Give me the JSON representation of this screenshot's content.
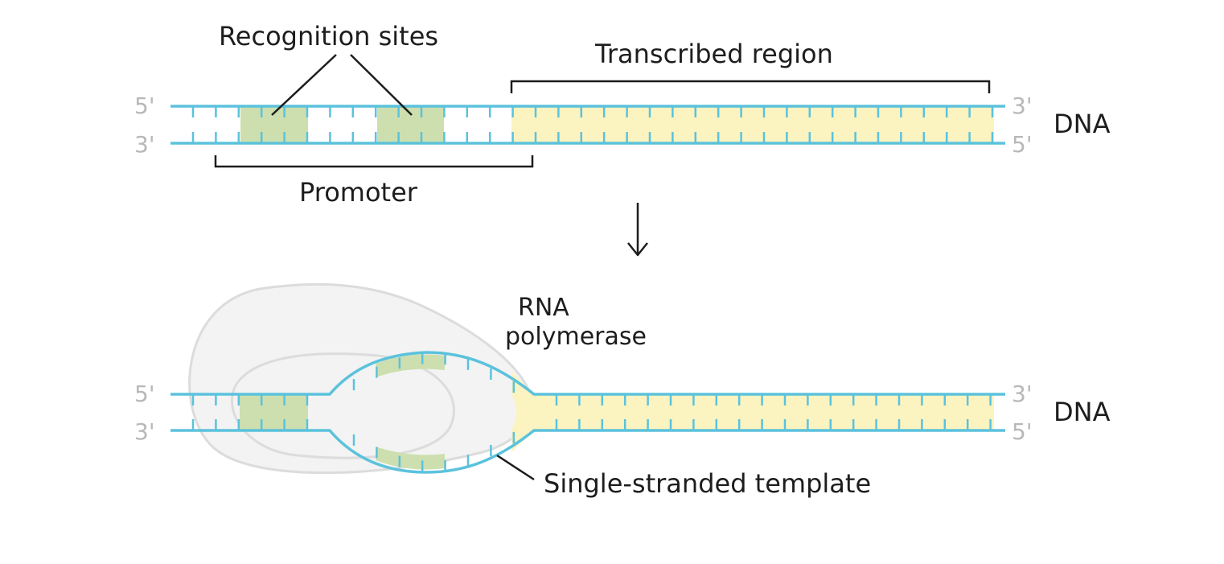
{
  "labels": {
    "recognition_sites": "Recognition sites",
    "transcribed_region": "Transcribed region",
    "promoter": "Promoter",
    "rna_polymerase_line1": "RNA",
    "rna_polymerase_line2": "polymerase",
    "single_stranded_template": "Single-stranded template",
    "dna_top": "DNA",
    "dna_bottom": "DNA",
    "five_prime": "5'",
    "three_prime": "3'"
  },
  "colors": {
    "strand": "#5bc2dc",
    "recognition_site": "#cddfae",
    "transcribed": "#fbf3c0",
    "polymerase_fill": "#f3f3f3",
    "polymerase_outline": "#dcdcdc",
    "text": "#1d1d1d",
    "end_label": "#b8b8b8"
  },
  "arrow_glyph": "↓"
}
